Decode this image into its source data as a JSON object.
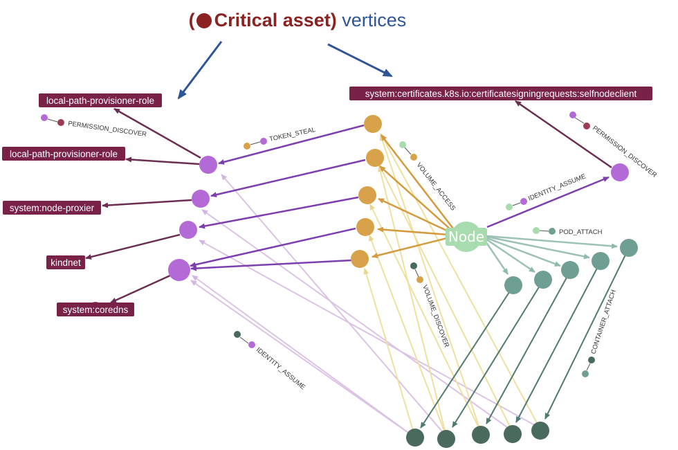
{
  "title": {
    "open_paren": "(",
    "critical_asset": "Critical asset)",
    "vertices": "vertices"
  },
  "assets": [
    "local-path-provisioner-role",
    "local-path-provisioner-role",
    "system:node-proxier",
    "kindnet",
    "system:coredns",
    "system:certificates.k8s.io:certificatesigningrequests:selfnodeclient"
  ],
  "center_node": "Node",
  "edge_types": {
    "permission_discover": "PERMISSION_DISCOVER",
    "token_steal": "TOKEN_STEAL",
    "volume_access": "VOLUME_ACCESS",
    "identity_assume": "IDENTITY_ASSUME",
    "pod_attach": "POD_ATTACH",
    "volume_discover": "VOLUME_DISCOVER",
    "container_attach": "CONTAINER_ATTACH"
  },
  "colors": {
    "critical": "#7a2148",
    "critical_dot": "#9b3c55",
    "identity": "#b36ad6",
    "volume": "#d8a24a",
    "container": "#6f9e92",
    "pod": "#4a6a5e",
    "node": "#a8dcae",
    "arrow": "#2f5597",
    "edge_permission": "#6b2d52",
    "edge_token": "#7d3fb0",
    "edge_volume_access": "#d39a3e",
    "edge_node_container": "#9cc2b8",
    "edge_container_pod": "#4f7a6e",
    "edge_pod_volume": "#efe0a0",
    "edge_pod_identity": "#dcc3e6"
  }
}
